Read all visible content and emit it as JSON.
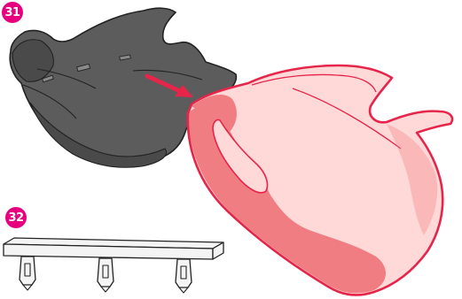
{
  "steps": [
    {
      "number": "31"
    },
    {
      "number": "32"
    }
  ],
  "colors": {
    "badge": "#e6007e",
    "seat_base_fill": "#5c5c5c",
    "seat_base_shade": "#4a4a4a",
    "outline": "#222222",
    "arrow": "#e5254a",
    "cover_fill": "#ffd8d8",
    "cover_accent": "#f07d82",
    "cover_outline": "#e5254a",
    "clip_bar_fill": "#f4f4f4"
  },
  "icons": {
    "step_31": "booster-seat-cover-fitting",
    "step_32": "clip-bar"
  }
}
